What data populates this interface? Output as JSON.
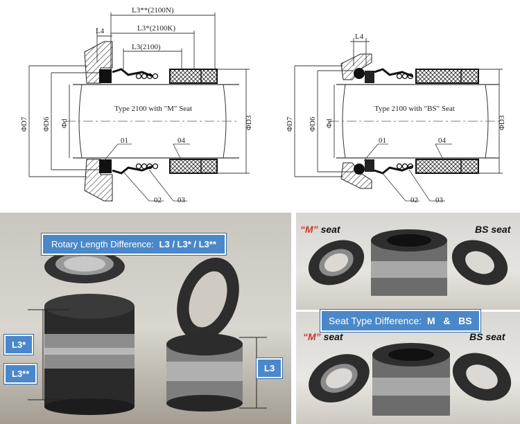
{
  "drawing_left": {
    "caption": "Type 2100 with \"M\" Seat",
    "dim_l3_2100n": "L3**(2100N)",
    "dim_l3_2100k": "L3*(2100K)",
    "dim_l3_2100": "L3(2100)",
    "dim_l4": "L4",
    "dim_d7": "ΦD7",
    "dim_d6": "ΦD6",
    "dim_d": "Φd",
    "dim_d3": "ΦD3",
    "part_01": "01",
    "part_02": "02",
    "part_03": "03",
    "part_04": "04"
  },
  "drawing_right": {
    "caption": "Type 2100 with \"BS\" Seat",
    "dim_l4": "L4",
    "dim_d7": "ΦD7",
    "dim_d6": "ΦD6",
    "dim_d": "Φd",
    "dim_d3": "ΦD3",
    "part_01": "01",
    "part_02": "02",
    "part_03": "03",
    "part_04": "04"
  },
  "photo_left": {
    "banner_text": "Rotary Length Difference:",
    "banner_value": "L3 / L3* / L3**",
    "label_l3_star": "L3*",
    "label_l3_star2": "L3**",
    "label_l3": "L3"
  },
  "photo_right_top": {
    "m_seat_quote": "“M”",
    "m_seat_word": "seat",
    "bs_seat": "BS seat"
  },
  "seat_banner": {
    "text": "Seat Type Difference:",
    "value": "M   &   BS"
  },
  "photo_right_bottom": {
    "m_seat_quote": "“M”",
    "m_seat_word": "seat",
    "bs_seat": "BS seat"
  },
  "colors": {
    "banner_blue": "#4a88c9",
    "quote_red": "#c43c2c"
  }
}
